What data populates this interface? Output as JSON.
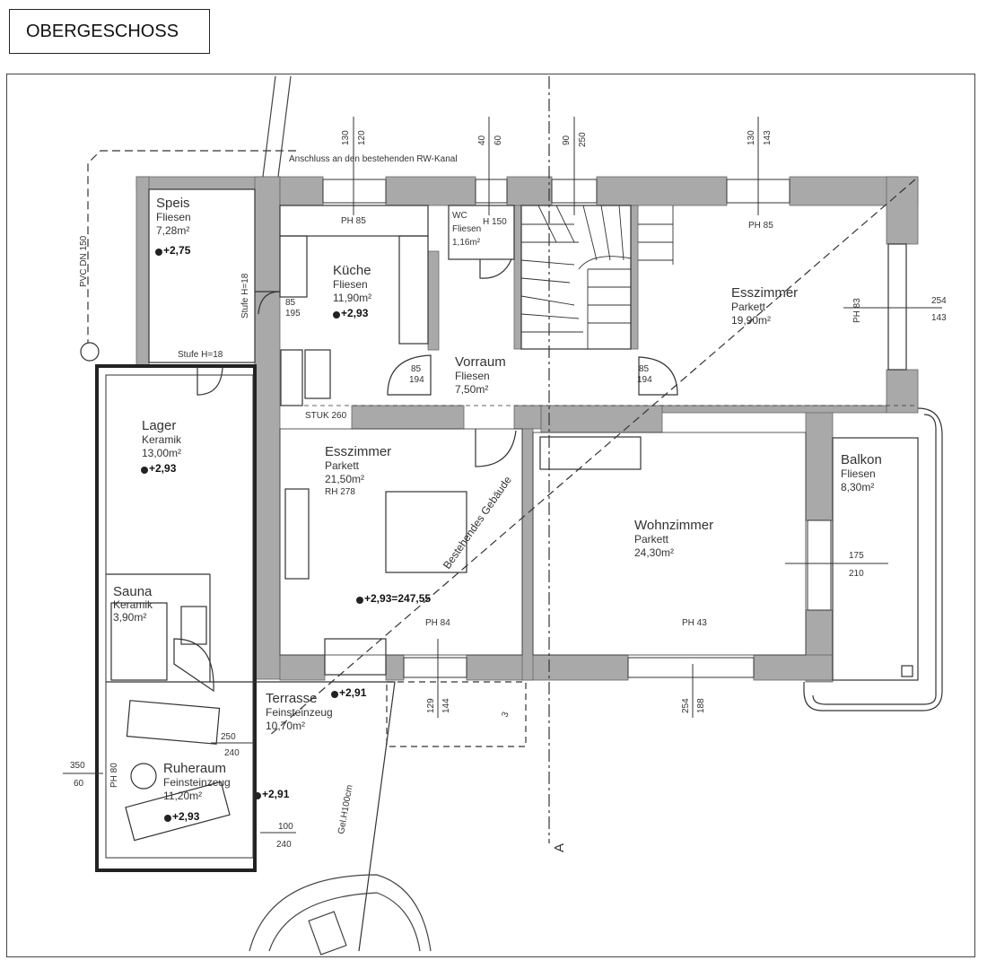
{
  "title": "OBERGESCHOSS",
  "note_canal": "Anschluss an den bestehenden RW-Kanal",
  "pipe_label": "PVC DN 150",
  "section_mark": "A",
  "existing_label": "Bestehendes Gebäude",
  "railing_label": "Gel.H100cm",
  "rooms": {
    "speis": {
      "name": "Speis",
      "floor": "Fliesen",
      "area": "7,28m²",
      "level": "+2,75",
      "step": "Stufe H=18"
    },
    "kueche": {
      "name": "Küche",
      "floor": "Fliesen",
      "area": "11,90m²",
      "level": "+2,93",
      "step": "Stufe H=18"
    },
    "wc": {
      "name": "WC",
      "floor": "Fliesen",
      "area": "1,16m²",
      "ph": "H 150"
    },
    "vorraum": {
      "name": "Vorraum",
      "floor": "Fliesen",
      "area": "7,50m²"
    },
    "esszimmer_ne": {
      "name": "Esszimmer",
      "floor": "Parkett",
      "area": "19,90m²",
      "ph": "PH 85",
      "ph_side": "PH 83"
    },
    "lager": {
      "name": "Lager",
      "floor": "Keramik",
      "area": "13,00m²",
      "level": "+2,93"
    },
    "esszimmer": {
      "name": "Esszimmer",
      "floor": "Parkett",
      "area": "21,50m²",
      "rh": "RH 278",
      "level": "+2,93=247,55",
      "ph": "PH 84",
      "stuk": "STUK 260"
    },
    "wohnzimmer": {
      "name": "Wohnzimmer",
      "floor": "Parkett",
      "area": "24,30m²",
      "ph": "PH 43"
    },
    "balkon": {
      "name": "Balkon",
      "floor": "Fliesen",
      "area": "8,30m²"
    },
    "sauna": {
      "name": "Sauna",
      "floor": "Keramik",
      "area": "3,90m²"
    },
    "terrasse": {
      "name": "Terrasse",
      "floor": "Feinsteinzeug",
      "area": "10,70m²",
      "level": "+2,91"
    },
    "ruheraum": {
      "name": "Ruheraum",
      "floor": "Feinsteinzeug",
      "area": "11,20m²",
      "level": "+2,93",
      "level2": "+2,91",
      "ph": "PH 80"
    }
  },
  "ph_kitchen": "PH 85",
  "dims": {
    "top1_a": "130",
    "top1_b": "120",
    "top2_a": "40",
    "top2_b": "60",
    "top3_a": "90",
    "top3_b": "250",
    "top4_a": "130",
    "top4_b": "143",
    "right_a": "254",
    "right_b": "143",
    "balkon_a": "175",
    "balkon_b": "210",
    "bot1_a": "129",
    "bot1_b": "144",
    "bot2_a": "254",
    "bot2_b": "188",
    "door_a": "85",
    "door_b": "194",
    "door2_a": "85",
    "door2_b": "194",
    "kdoor_a": "85",
    "kdoor_b": "195",
    "left_a": "350",
    "left_b": "60",
    "rr_a": "250",
    "rr_b": "240",
    "rr2_a": "100",
    "rr2_b": "240",
    "stair_a": "3"
  }
}
